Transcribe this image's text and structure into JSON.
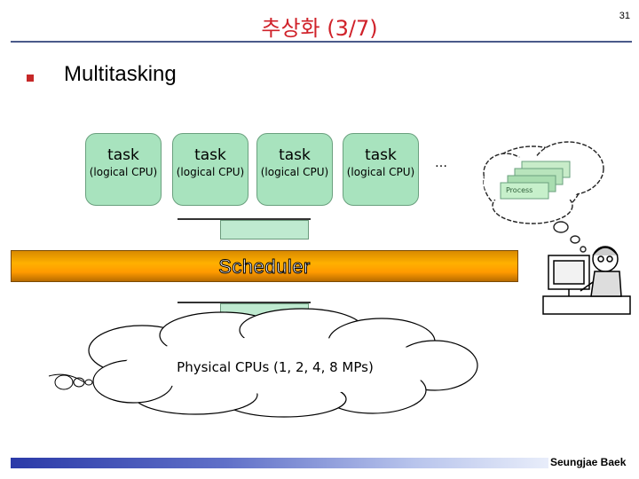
{
  "slide": {
    "title": "추상화 (3/7)",
    "page_number": "31",
    "bullet": "Multitasking",
    "footer": "Seungjae Baek"
  },
  "tasks": [
    {
      "label": "task",
      "sub": "(logical CPU)"
    },
    {
      "label": "task",
      "sub": "(logical CPU)"
    },
    {
      "label": "task",
      "sub": "(logical CPU)"
    },
    {
      "label": "task",
      "sub": "(logical CPU)"
    }
  ],
  "ellipsis": "…",
  "scheduler_label": "Scheduler",
  "physical_label": "Physical CPUs (1, 2, 4, 8 MPs)",
  "thought_bubble": {
    "process_label": "Process"
  },
  "colors": {
    "title": "#d0222a",
    "task_fill": "#a8e3be",
    "scheduler": "#ff9a00",
    "bullet": "#c62828"
  }
}
